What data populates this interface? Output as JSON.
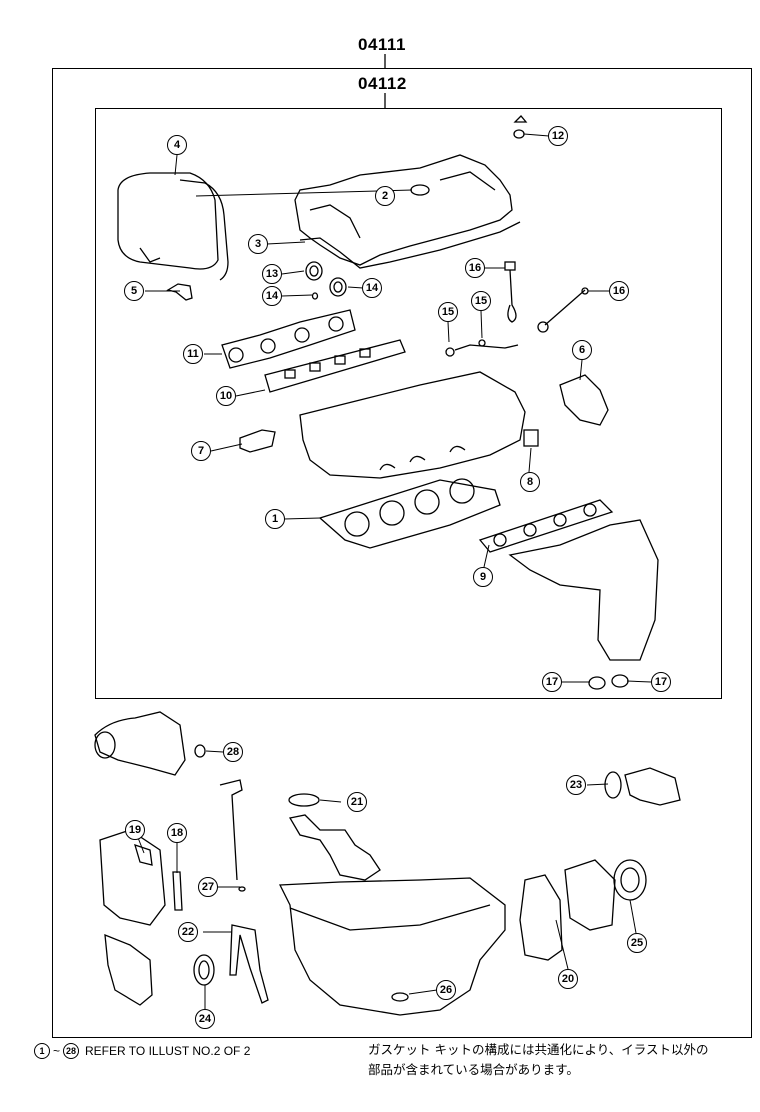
{
  "header": {
    "kit_code": "04111",
    "sub_kit_code": "04112"
  },
  "callouts": [
    "1",
    "2",
    "3",
    "4",
    "5",
    "6",
    "7",
    "8",
    "9",
    "10",
    "11",
    "12",
    "13",
    "14",
    "14",
    "15",
    "15",
    "16",
    "16",
    "17",
    "17",
    "18",
    "19",
    "20",
    "21",
    "22",
    "23",
    "24",
    "25",
    "26",
    "27",
    "28"
  ],
  "footer": {
    "range_start": "1",
    "range_tilde": "~",
    "range_end": "28",
    "refer_text": "REFER TO ILLUST NO.2 OF 2",
    "note_line1": "ガスケット キットの構成には共通化により、イラスト以外の",
    "note_line2": "部品が含まれている場合があります。"
  }
}
